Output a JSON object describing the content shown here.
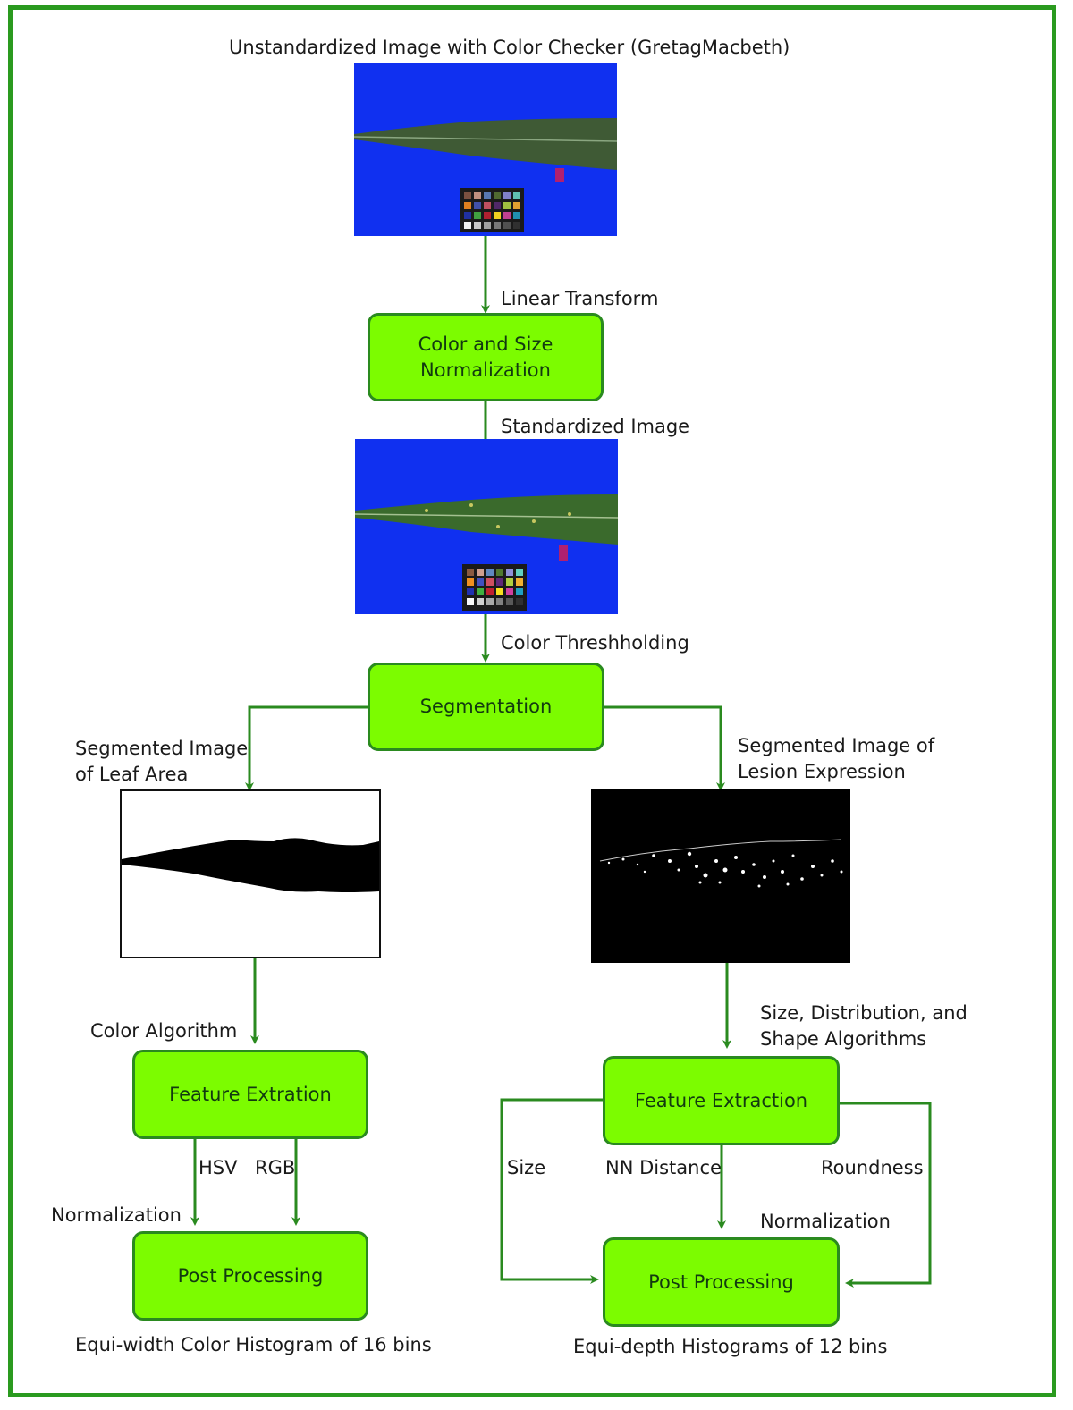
{
  "title": "Unstandardized Image with Color Checker (GretagMacbeth)",
  "edge_labels": {
    "linear_transform": "Linear Transform",
    "standardized_image": "Standardized Image",
    "color_threshholding": "Color Threshholding",
    "segmented_leaf_area": "Segmented Image of Leaf Area",
    "segmented_lesion": "Segmented Image of Lesion Expression",
    "color_algorithm": "Color Algorithm",
    "size_distribution_shape": "Size, Distribution, and Shape Algorithms",
    "hsv": "HSV",
    "rgb": "RGB",
    "normalization_left": "Normalization",
    "normalization_right": "Normalization",
    "size": "Size",
    "nn_distance": "NN Distance",
    "roundness": "Roundness"
  },
  "nodes": {
    "color_size_normalization": "Color and Size Normalization",
    "segmentation": "Segmentation",
    "feature_extration": "Feature Extration",
    "feature_extraction": "Feature Extraction",
    "post_processing_left": "Post Processing",
    "post_processing_right": "Post Processing"
  },
  "outputs": {
    "left": "Equi-width Color Histogram of 16 bins",
    "right": "Equi-depth Histograms of 12 bins"
  },
  "colors": {
    "frame": "#2a9a1f",
    "node_fill": "#7cfc00",
    "node_border": "#2a8a1f",
    "arrow": "#2a8a1f",
    "photo_background": "#1030f0"
  }
}
